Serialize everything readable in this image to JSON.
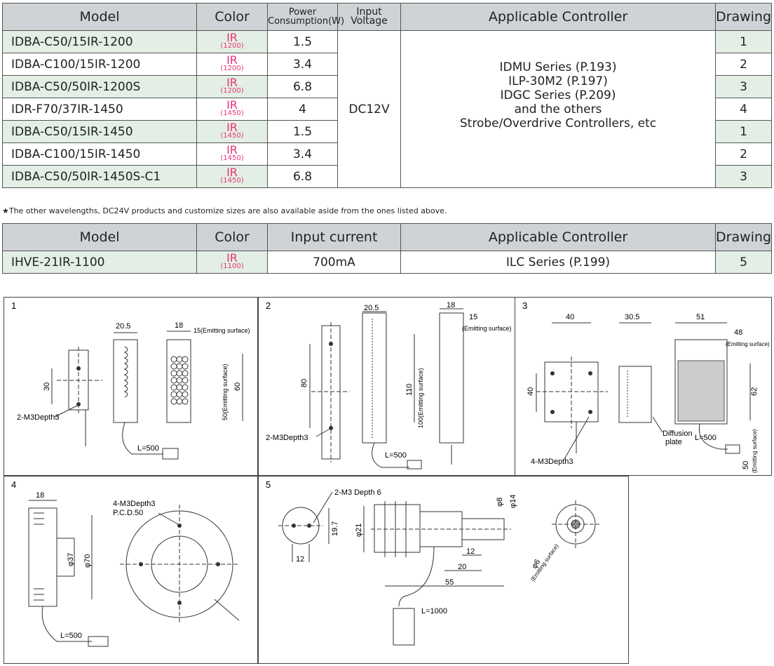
{
  "table1": {
    "headers": {
      "model": "Model",
      "color": "Color",
      "power_line1": "Power",
      "power_line2": "Consumption(W)",
      "voltage": "Input Voltage",
      "controller": "Applicable Controller",
      "drawing": "Drawing"
    },
    "voltage_value": "DC12V",
    "controller_lines": [
      "IDMU Series  (P.193)",
      "ILP-30M2  (P.197)",
      "IDGC Series  (P.209)",
      "and the others",
      "Strobe/Overdrive Controllers, etc"
    ],
    "rows": [
      {
        "model": "IDBA-C50/15IR-1200",
        "color": "IR",
        "wl": "(1200)",
        "power": "1.5",
        "drawing": "1"
      },
      {
        "model": "IDBA-C100/15IR-1200",
        "color": "IR",
        "wl": "(1200)",
        "power": "3.4",
        "drawing": "2"
      },
      {
        "model": "IDBA-C50/50IR-1200S",
        "color": "IR",
        "wl": "(1200)",
        "power": "6.8",
        "drawing": "3"
      },
      {
        "model": "IDR-F70/37IR-1450",
        "color": "IR",
        "wl": "(1450)",
        "power": "4",
        "drawing": "4"
      },
      {
        "model": "IDBA-C50/15IR-1450",
        "color": "IR",
        "wl": "(1450)",
        "power": "1.5",
        "drawing": "1"
      },
      {
        "model": "IDBA-C100/15IR-1450",
        "color": "IR",
        "wl": "(1450)",
        "power": "3.4",
        "drawing": "2"
      },
      {
        "model": "IDBA-C50/50IR-1450S-C1",
        "color": "IR",
        "wl": "(1450)",
        "power": "6.8",
        "drawing": "3"
      }
    ]
  },
  "note": "★The other wavelengths, DC24V products and customize sizes are also available aside from the ones listed above.",
  "table2": {
    "headers": {
      "model": "Model",
      "color": "Color",
      "current": "Input current",
      "controller": "Applicable Controller",
      "drawing": "Drawing"
    },
    "row": {
      "model": "IHVE-21IR-1100",
      "color": "IR",
      "wl": "(1100)",
      "current": "700mA",
      "controller": "ILC Series  (P.199)",
      "drawing": "5"
    }
  },
  "drawings": {
    "d1": {
      "num": "1",
      "w1": "20.5",
      "w2": "18",
      "w3": "15(Emitting surface)",
      "h1": "30",
      "h2": "60",
      "h3": "50(Emitting surface)",
      "hole": "2-M3Depth3",
      "cable": "L=500"
    },
    "d2": {
      "num": "2",
      "w1": "20.5",
      "w2": "18",
      "w3": "15",
      "w3b": "(Emitting surface)",
      "h1": "80",
      "h2": "110",
      "h3": "100(Emitting surface)",
      "hole": "2-M3Depth3",
      "cable": "L=500"
    },
    "d3": {
      "num": "3",
      "w1": "40",
      "w2": "30.5",
      "w3": "51",
      "w4": "48",
      "w4b": "(Emitting surface)",
      "h1": "40",
      "h2": "62",
      "h3": "50",
      "h3b": "(Emitting surface)",
      "diff1": "Diffusion",
      "diff2": "plate",
      "hole": "4-M3Depth3",
      "cable": "L=500"
    },
    "d4": {
      "num": "4",
      "w1": "18",
      "hole1": "4-M3Depth3",
      "hole2": "P.C.D.50",
      "d1": "φ37",
      "d2": "φ70",
      "cable": "L=500"
    },
    "d5": {
      "num": "5",
      "hole": "2-M3 Depth 6",
      "h1": "19.7",
      "w1": "12",
      "d1": "φ21",
      "d2": "φ8",
      "d3": "φ14",
      "l1": "12",
      "l2": "20",
      "l3": "55",
      "cable": "L=1000",
      "d4": "φ6",
      "d4b": "(Emitting surface)"
    }
  }
}
